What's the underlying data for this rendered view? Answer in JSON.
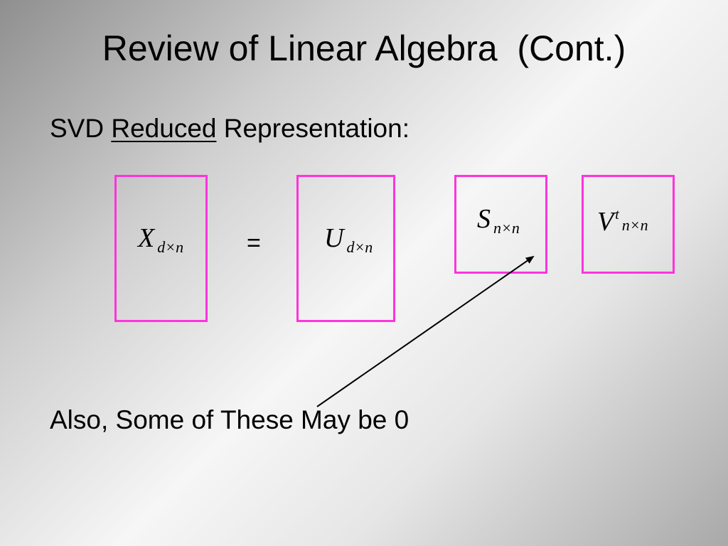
{
  "slide": {
    "title": "Review of Linear Algebra  (Cont.)",
    "subtitle_prefix": "SVD ",
    "subtitle_underlined": "Reduced",
    "subtitle_suffix": " Representation:",
    "note": "Also, Some of These May be 0"
  },
  "equation": {
    "equals": "=",
    "x": {
      "base": "X",
      "sub": "d×n"
    },
    "u": {
      "base": "U",
      "sub": "d×n"
    },
    "s": {
      "base": "S",
      "sub": "n×n"
    },
    "v": {
      "base": "V",
      "sup": "t",
      "sub": "n×n"
    }
  },
  "colors": {
    "box_border": "#ff33dd",
    "arrow": "#000000"
  }
}
